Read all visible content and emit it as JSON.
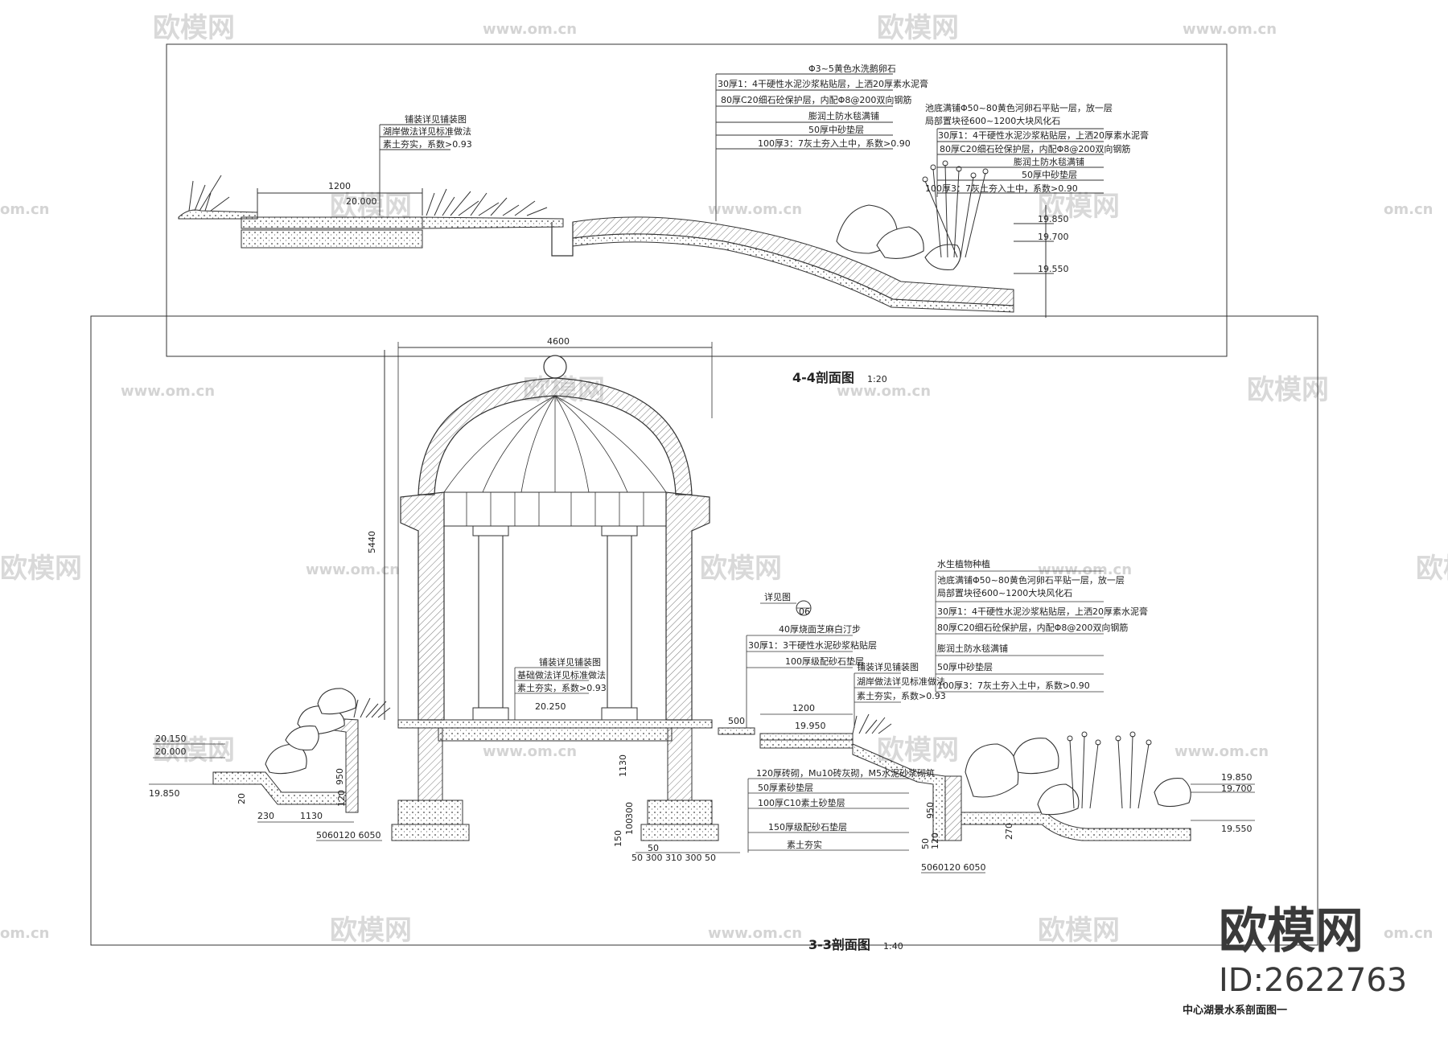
{
  "watermark": {
    "logo_text": "欧模网",
    "url_text": "www.om.cn",
    "url_fragment": "om.cn"
  },
  "brand": {
    "name": "欧模网",
    "id_label": "ID:2622763"
  },
  "drawing_title": "中心湖景水系剖面图一",
  "section_4_4": {
    "title": "4-4剖面图",
    "scale": "1:20",
    "notes_left": [
      "铺装详见铺装图",
      "湖岸做法详见标准做法",
      "素土夯实，系数>0.93"
    ],
    "notes_mid": [
      "Φ3~5黄色水洗鹅卵石",
      "30厚1：4干硬性水泥沙浆粘贴层，上洒20厚素水泥膏",
      "80厚C20细石砼保护层，内配Φ8@200双向钢筋",
      "膨润土防水毯满铺",
      "50厚中砂垫层",
      "100厚3：7灰土夯入土中，系数>0.90"
    ],
    "notes_right": [
      "池底满铺Φ50~80黄色河卵石平贴一层，放一层",
      "局部置块径600~1200大块风化石",
      "30厚1：4干硬性水泥沙浆粘贴层，上洒20厚素水泥膏",
      "80厚C20细石砼保护层，内配Φ8@200双向钢筋",
      "膨润土防水毯满铺",
      "50厚中砂垫层",
      "100厚3：7灰土夯入土中，系数>0.90"
    ],
    "dims": {
      "width": "1200",
      "elev_top": "20.000",
      "elev_1": "19.850",
      "elev_2": "19.700",
      "elev_3": "19.550"
    }
  },
  "section_3_3": {
    "title": "3-3剖面图",
    "scale": "1:40",
    "dims": {
      "gazebo_width": "4600",
      "gazebo_height": "5440",
      "floor_elev": "20.250",
      "path_width": "1200",
      "path_elev": "19.950",
      "step": "500",
      "found_depth": "1130",
      "left_elev_a": "20.150",
      "left_elev_b": "20.000",
      "left_elev_c": "19.850",
      "left_wall": "950",
      "left_h1": "20",
      "left_h2": "120",
      "left_bottom_w1": "230",
      "left_bottom_w2": "1130",
      "left_base": "5060120 6050",
      "found_h1": "150",
      "found_h2": "300",
      "found_h3": "100",
      "found_base": "50 300 310 300 50",
      "found_side": "50",
      "right_wall": "950",
      "right_h1": "120",
      "right_h2": "50",
      "right_base": "5060120 6050",
      "right_elev_1": "19.850",
      "right_elev_2": "19.700",
      "right_elev_3": "19.550",
      "right_h3": "270"
    },
    "detail_label": "详见图",
    "detail_no": "06",
    "notes_floor": [
      "铺装详见铺装图",
      "基础做法详见标准做法",
      "素土夯实，系数>0.93"
    ],
    "notes_step": [
      "40厚烧面芝麻白汀步",
      "30厚1：3干硬性水泥砂浆粘贴层",
      "100厚级配砂石垫层"
    ],
    "notes_path": [
      "铺装详见铺装图",
      "湖岸做法详见标准做法",
      "素土夯实，系数>0.93"
    ],
    "notes_found": [
      "120厚砖砌，Mu10砖灰砌，M5水泥砂浆砌筑",
      "50厚素砂垫层",
      "100厚C10素土砂垫层",
      "150厚级配砂石垫层",
      "素土夯实"
    ],
    "notes_right": [
      "水生植物种植",
      "池底满铺Φ50~80黄色河卵石平贴一层，放一层",
      "局部置块径600~1200大块风化石",
      "30厚1：4干硬性水泥沙浆粘贴层，上洒20厚素水泥膏",
      "80厚C20细石砼保护层，内配Φ8@200双向钢筋",
      "膨润土防水毯满铺",
      "50厚中砂垫层",
      "100厚3：7灰土夯入土中，系数>0.90"
    ]
  }
}
